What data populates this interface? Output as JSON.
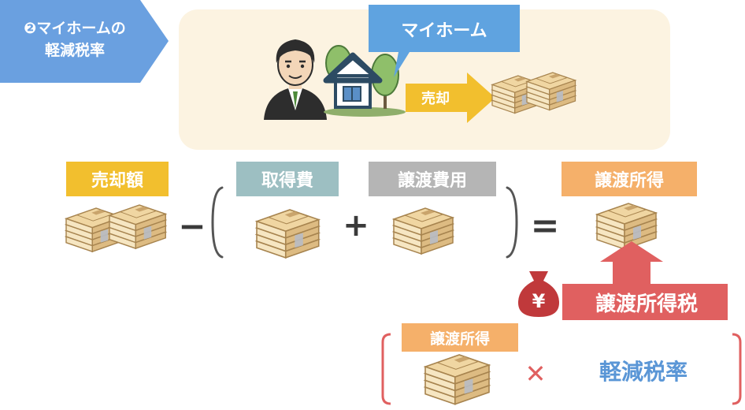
{
  "header_tag": {
    "line1": "❷マイホームの",
    "line2": "軽減税率",
    "color": "#6aa0e0"
  },
  "scene": {
    "bubble": "マイホーム",
    "sell_arrow": "売却",
    "panel_color": "#fcf3e1",
    "bubble_color": "#5fa3e0",
    "arrow_color": "#f2bf2e"
  },
  "formula": {
    "sale_amount": {
      "label": "売却額",
      "color": "#f2bf2e"
    },
    "minus": "−",
    "acquisition_cost": {
      "label": "取得費",
      "color": "#9dbfc2"
    },
    "plus": "+",
    "transfer_cost": {
      "label": "譲渡費用",
      "color": "#b5b5b5"
    },
    "equals": "=",
    "transfer_income": {
      "label": "譲渡所得",
      "color": "#f5b06a"
    }
  },
  "tax": {
    "label": "譲渡所得税",
    "yen": "¥",
    "color": "#e06060"
  },
  "bottom": {
    "income_label": "譲渡所得",
    "times": "✕",
    "rate_label": "軽減税率",
    "rate_color": "#5a96d6",
    "bracket_color": "#e06060"
  },
  "icons": [
    "person-icon",
    "house-icon",
    "tree-icon",
    "money-stack-icon",
    "money-bag-icon"
  ]
}
